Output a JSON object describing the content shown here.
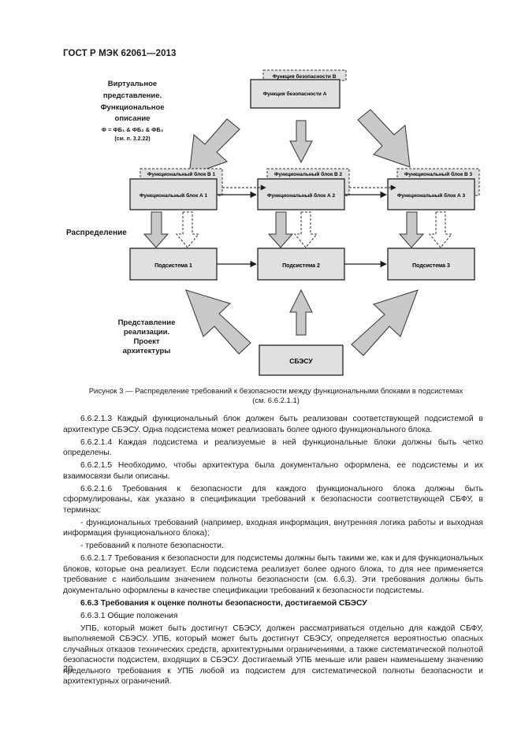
{
  "header": {
    "standard": "ГОСТ Р МЭК 62061—2013"
  },
  "diagram": {
    "virtual_label": [
      "Виртуальное",
      "представление.",
      "Функциональное",
      "описание",
      "Φ = ΦБ₁ & ΦБ₂ & ΦБ₃",
      "(см. п. 3.2.22)"
    ],
    "distribution_label": "Распределение",
    "realization_label": [
      "Представление",
      "реализации.",
      "Проект",
      "архитектуры"
    ],
    "function_b": "Функция безопасности В",
    "function_a": "Функция безопасности А",
    "fb_b1": "Функциональный блок В 1",
    "fb_b2": "Функциональный блок В 2",
    "fb_b3": "Функциональный блок В 3",
    "fb_a1": "Функциональный блок А 1",
    "fb_a2": "Функциональный блок А 2",
    "fb_a3": "Функциональный блок А 3",
    "sub1": "Подсистема 1",
    "sub2": "Подсистема 2",
    "sub3": "Подсистема 3",
    "sbesu": "СБЭСУ"
  },
  "caption": {
    "line1": "Рисунок 3 — Распределение требований к безопасности между функциональными блоками в подсистемах",
    "line2": "(см. 6.6.2.1.1)"
  },
  "paragraphs": {
    "p1": "6.6.2.1.3 Каждый функциональный блок должен быть реализован соответствующей подсистемой в архитектуре СБЭСУ. Одна подсистема может реализовать более одного функционального блока.",
    "p2": "6.6.2.1.4 Каждая подсистема и реализуемые в ней функциональные блоки должны быть четко определены.",
    "p3": "6.6.2.1.5 Необходимо, чтобы архитектура была документально оформлена, ее подсистемы и их взаимосвязи были описаны.",
    "p4": "6.6.2.1.6 Требования к безопасности для каждого функционального блока должны быть сформулированы, как указано в спецификации требований к безопасности соответствующей СБФУ, в терминах:",
    "p5": "- функциональных требований (например, входная информация, внутренняя логика работы и выходная информация функционального блока);",
    "p6": "- требований к полноте безопасности.",
    "p7": "6.6.2.1.7 Требования к безопасности для подсистемы должны быть такими же, как и для функциональных блоков, которые она реализует. Если подсистема реализует более одного блока, то для нее применяется требование с наибольшим значением полноты безопасности (см. 6.6.3). Эти требования должны быть документально оформлены в качестве спецификации требований к безопасности подсистемы.",
    "p8": "6.6.3 Требования к оценке полноты безопасности, достигаемой СБЭСУ",
    "p9": "6.6.3.1 Общие положения",
    "p10": "УПБ, который может быть достигнут СБЭСУ, должен рассматриваться отдельно для каждой СБФУ, выполняемой СБЭСУ. УПБ, который может быть достигнут СБЭСУ, определяется вероятностью опасных случайных отказов технических средств, архитектурными ограничениями, а также систематической полнотой безопасности подсистем, входящих в СБЭСУ. Достигаемый УПБ меньше или равен наименьшему значению предельного требования к УПБ любой из подсистем для систематической полноты безопасности и архитектурных ограничений."
  },
  "page_number": "20"
}
